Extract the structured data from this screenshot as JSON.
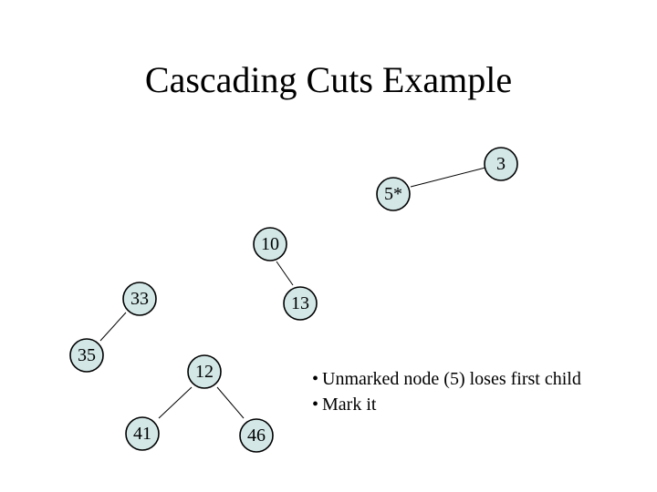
{
  "title": "Cascading Cuts Example",
  "nodes": [
    {
      "id": "n3",
      "label": "3"
    },
    {
      "id": "n5",
      "label": "5*"
    },
    {
      "id": "n10",
      "label": "10"
    },
    {
      "id": "n33",
      "label": "33"
    },
    {
      "id": "n13",
      "label": "13"
    },
    {
      "id": "n35",
      "label": "35"
    },
    {
      "id": "n12",
      "label": "12"
    },
    {
      "id": "n41",
      "label": "41"
    },
    {
      "id": "n46",
      "label": "46"
    }
  ],
  "edges": [
    {
      "from": "n3",
      "to": "n5"
    },
    {
      "from": "n10",
      "to": "n13"
    },
    {
      "from": "n33",
      "to": "n35"
    },
    {
      "from": "n12",
      "to": "n41"
    },
    {
      "from": "n12",
      "to": "n46"
    }
  ],
  "notes": [
    "Unmarked node (5) loses first child",
    "Mark it"
  ]
}
